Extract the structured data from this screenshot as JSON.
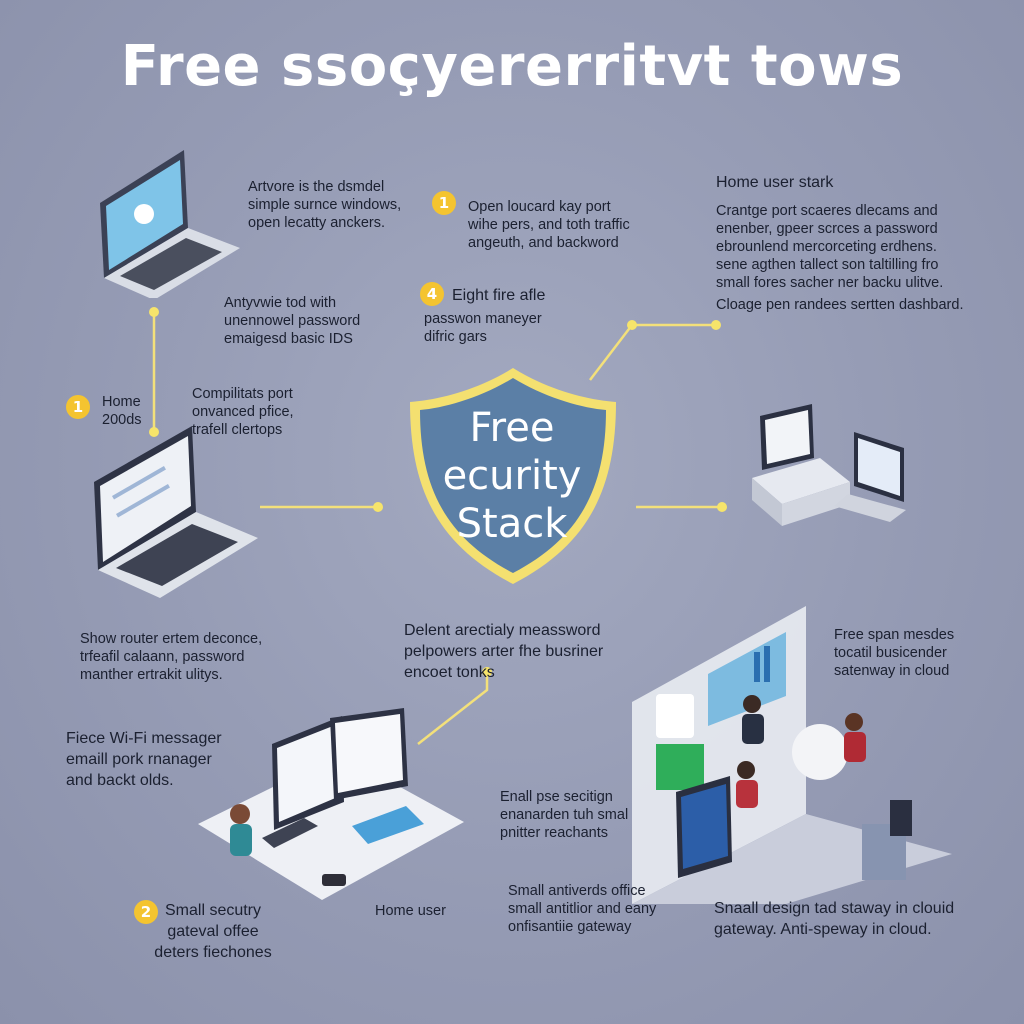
{
  "title": "Free ssoçyererritvt tows",
  "shield": {
    "line1": "Free",
    "line2": "ecurity",
    "line3": "Stack"
  },
  "blocks": {
    "top_laptop": [
      "Artvore is the dsmdel",
      "simple surnce windows,",
      "open lecatty anckers."
    ],
    "left_tool": [
      "Antyvwie tod with",
      "unennowel password",
      "emaigesd basic IDS"
    ],
    "home_label": [
      "Home",
      "200ds"
    ],
    "mid_left": [
      "Compilitats port",
      "onvanced pfice,",
      "trafell clertops"
    ],
    "open_port": [
      "Open loucard kay port",
      "wihe pers, and toth traffic",
      "angeuth, and backword"
    ],
    "eight_fire": [
      "Eight fire afle",
      "passwon maneyer",
      "difric gars"
    ],
    "home_user_stark_title": "Home user stark",
    "home_user_stark": [
      "Crantge port scaeres dlecams and",
      "enenber, gpeer scrces a password",
      "ebrounlend mercorceting erdhens.",
      "sene agthen tallect son taltilling fro",
      "small fores sacher ner backu ulitve."
    ],
    "cloage": [
      "Cloage pen randees sertten dashbard."
    ],
    "show_router": [
      "Show router ertem deconce,",
      "trfeafil calaann, password",
      "manther ertrakit ulitys."
    ],
    "delent": [
      "Delent arectialy meassword",
      "pelpowers arter fhe busriner",
      "encoet tonks"
    ],
    "free_span": [
      "Free span mesdes",
      "tocatil busicender",
      "satenway in cloud"
    ],
    "fiece_wifi": [
      "Fiece Wi-Fi messager",
      "emaill pork rnanager",
      "and backt olds."
    ],
    "enall_pse": [
      "Enall pse secitign",
      "enanarden tuh smal",
      "pnitter reachants"
    ],
    "small_security": [
      "Small secutry",
      "gateval offee",
      "deters fiechones"
    ],
    "home_user": "Home user",
    "small_antiverds": [
      "Small antiverds office",
      "small antitlior and eany",
      "onfisantiie gateway"
    ],
    "snaall_design": [
      "Snaall design tad staway in clouid",
      "gateway. Anti-speway in cloud."
    ]
  },
  "badges": {
    "b1_top": "1",
    "b4": "4",
    "b1_left": "1",
    "b2": "2"
  },
  "colors": {
    "accent": "#f4c430",
    "shield_fill": "#5b7fa6",
    "background": "#9aa0b8",
    "title": "#ffffff"
  }
}
